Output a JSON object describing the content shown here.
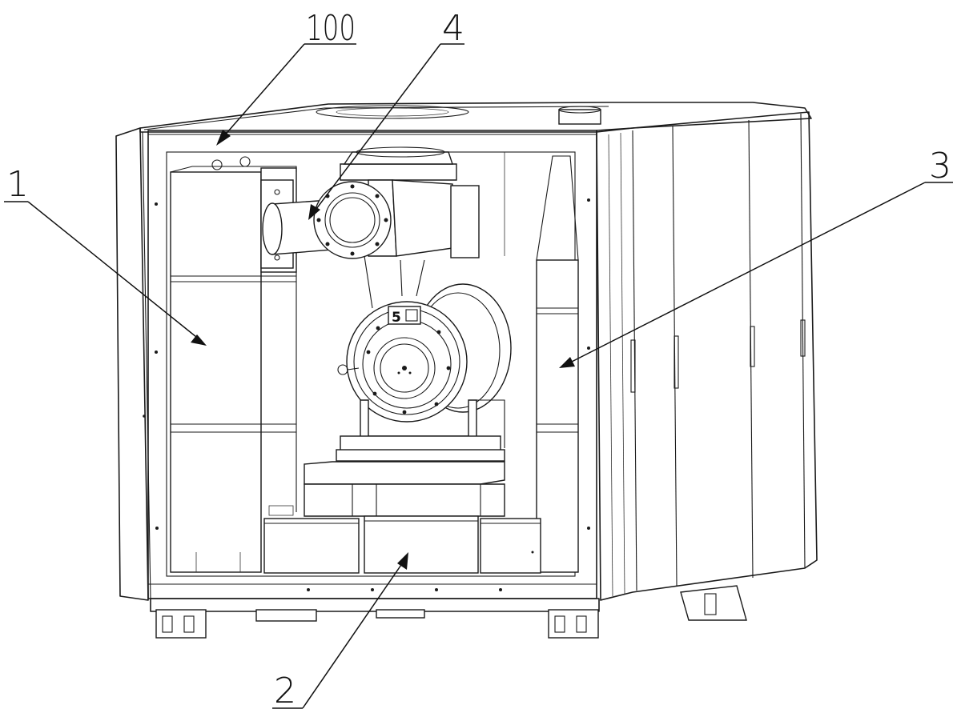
{
  "callouts": [
    {
      "id": "callout-100",
      "text": "100"
    },
    {
      "id": "callout-4",
      "text": "4"
    },
    {
      "id": "callout-1",
      "text": "1"
    },
    {
      "id": "callout-3",
      "text": "3"
    },
    {
      "id": "callout-2",
      "text": "2"
    }
  ],
  "motor_plate_text": "5"
}
